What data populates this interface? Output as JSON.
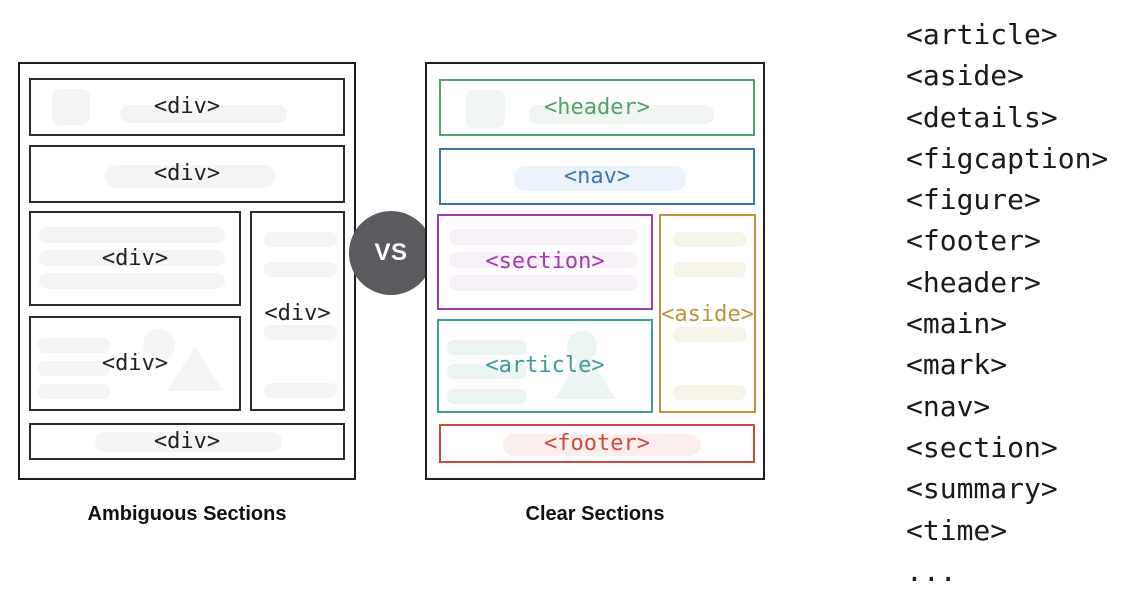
{
  "left_panel": {
    "caption": "Ambiguous Sections",
    "boxes": [
      {
        "label": "<div>"
      },
      {
        "label": "<div>"
      },
      {
        "label": "<div>"
      },
      {
        "label": "<div>"
      },
      {
        "label": "<div>"
      },
      {
        "label": "<div>"
      }
    ]
  },
  "right_panel": {
    "caption": "Clear Sections",
    "boxes": [
      {
        "label": "<header>",
        "color": "#53a170"
      },
      {
        "label": "<nav>",
        "color": "#3a78b3"
      },
      {
        "label": "<section>",
        "color": "#a23bab"
      },
      {
        "label": "<article>",
        "color": "#3d9c96"
      },
      {
        "label": "<aside>",
        "color": "#c0923c"
      },
      {
        "label": "<footer>",
        "color": "#cc4a41"
      }
    ]
  },
  "vs_badge": {
    "label": "VS",
    "background": "#5b5a5e"
  },
  "tag_list": [
    "<article>",
    "<aside>",
    "<details>",
    "<figcaption>",
    "<figure>",
    "<footer>",
    "<header>",
    "<main>",
    "<mark>",
    "<nav>",
    "<section>",
    "<summary>",
    "<time>",
    "..."
  ]
}
